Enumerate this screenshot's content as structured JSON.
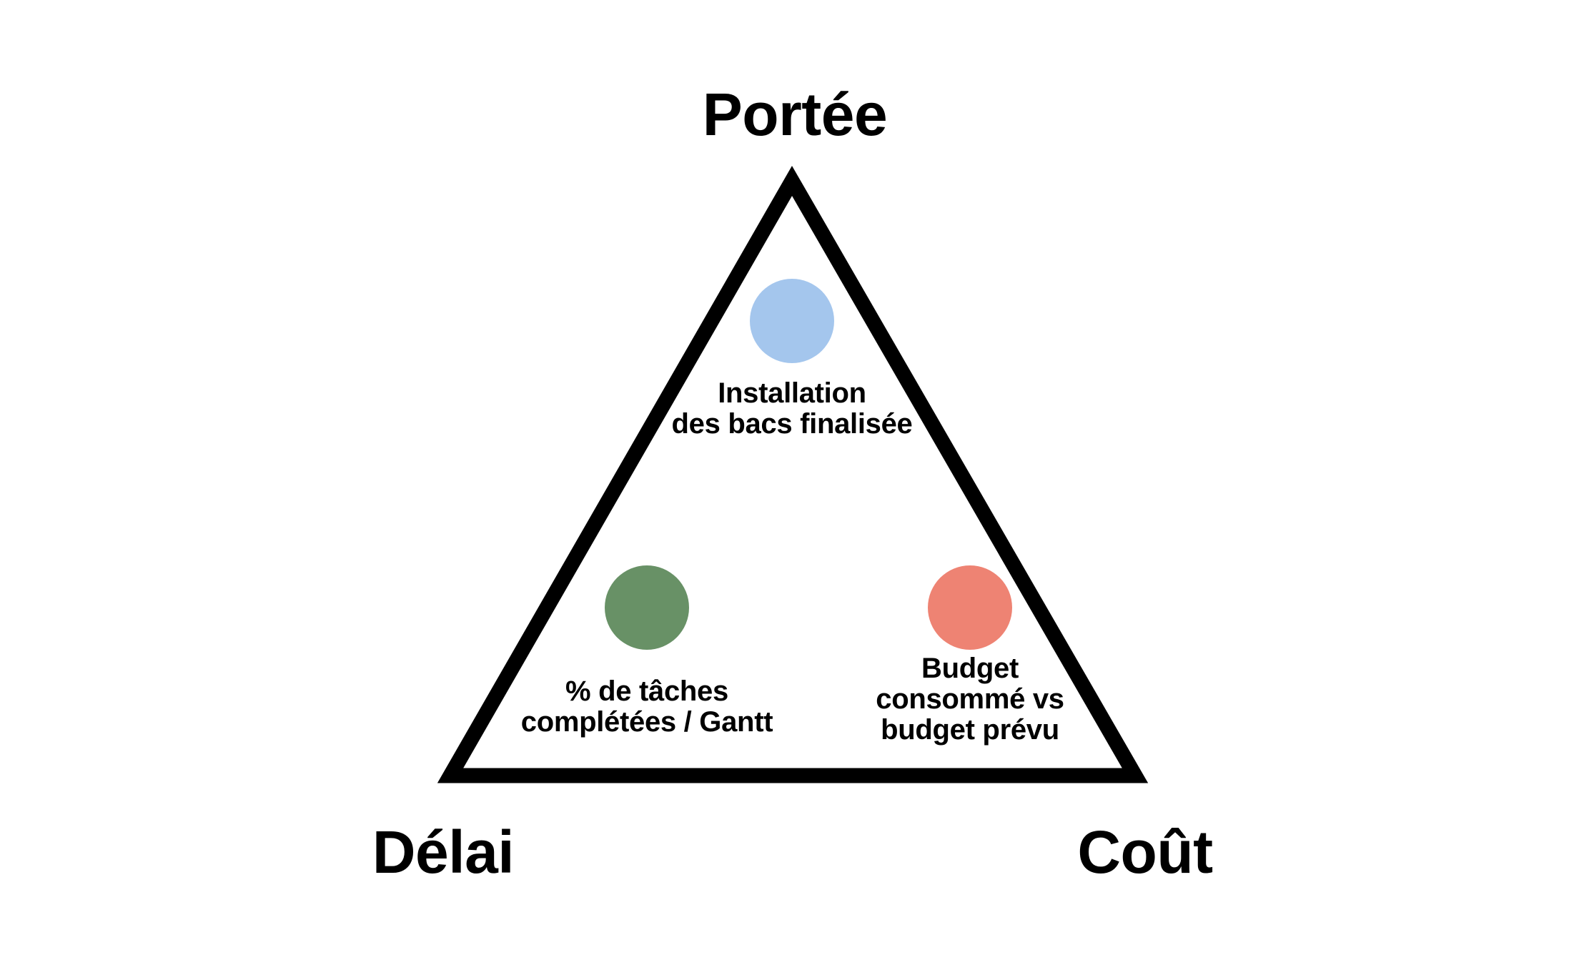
{
  "diagram": {
    "background_color": "#ffffff",
    "triangle": {
      "stroke_color": "#000000"
    },
    "vertices": {
      "top": {
        "label": "Portée"
      },
      "bottom_left": {
        "label": "Délai"
      },
      "bottom_right": {
        "label": "Coût"
      }
    },
    "indicators": {
      "scope": {
        "color": "#a4c6ed",
        "label": "Installation\ndes bacs finalisée"
      },
      "time": {
        "color": "#689166",
        "label": "% de tâches\ncomplétées / Gantt"
      },
      "cost": {
        "color": "#ee8373",
        "label": "Budget\nconsommé vs\nbudget prévu"
      }
    }
  }
}
